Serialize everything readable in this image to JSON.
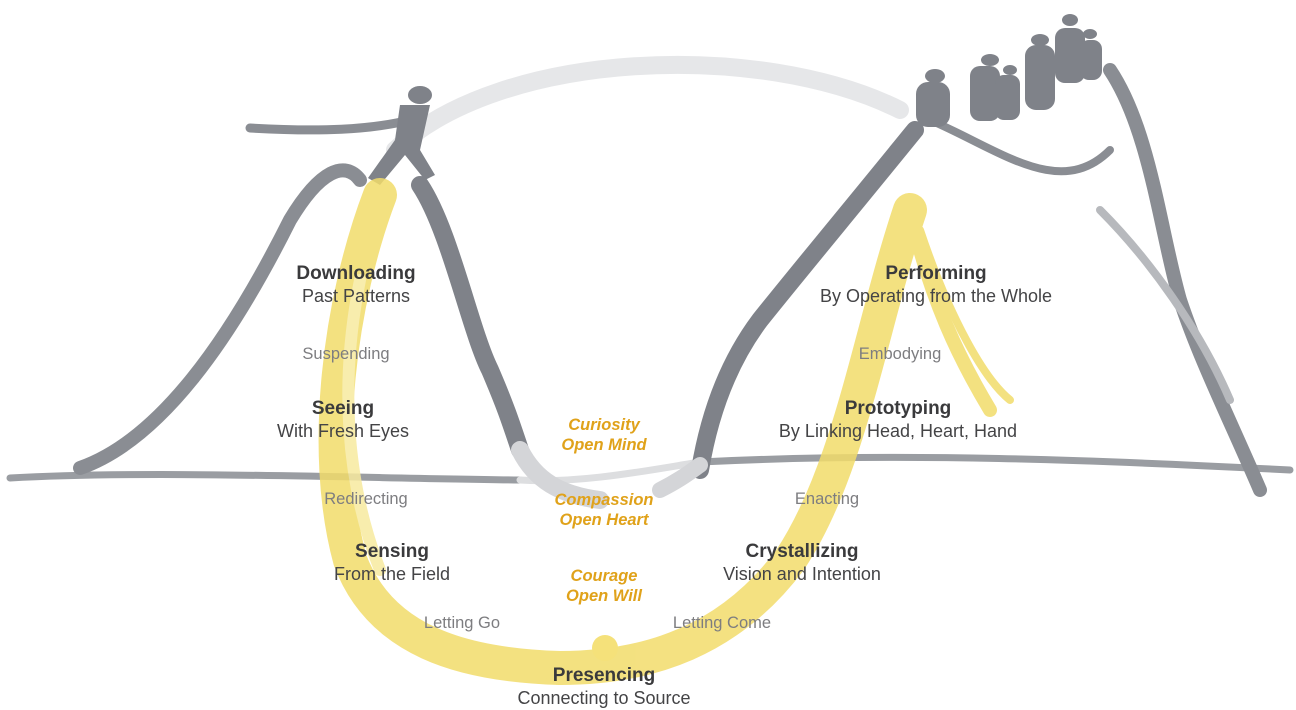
{
  "colors": {
    "mountain": "#8a8d93",
    "mountain_light": "#d8d9dc",
    "path_yellow": "#f2dc6b",
    "gateway_text": "#e0a21a",
    "title_text": "#3a3a3c",
    "transition_text": "#7d7d80"
  },
  "stages": [
    {
      "id": "downloading",
      "title": "Downloading",
      "subtitle": "Past Patterns"
    },
    {
      "id": "seeing",
      "title": "Seeing",
      "subtitle": "With Fresh Eyes"
    },
    {
      "id": "sensing",
      "title": "Sensing",
      "subtitle": "From the Field"
    },
    {
      "id": "presencing",
      "title": "Presencing",
      "subtitle": "Connecting to Source"
    },
    {
      "id": "crystallizing",
      "title": "Crystallizing",
      "subtitle": "Vision and Intention"
    },
    {
      "id": "prototyping",
      "title": "Prototyping",
      "subtitle": "By Linking Head, Heart, Hand"
    },
    {
      "id": "performing",
      "title": "Performing",
      "subtitle": "By Operating from the Whole"
    }
  ],
  "transitions": {
    "suspending": "Suspending",
    "redirecting": "Redirecting",
    "letting_go": "Letting Go",
    "letting_come": "Letting Come",
    "enacting": "Enacting",
    "embodying": "Embodying"
  },
  "gateways": [
    {
      "line1": "Curiosity",
      "line2": "Open Mind"
    },
    {
      "line1": "Compassion",
      "line2": "Open Heart"
    },
    {
      "line1": "Courage",
      "line2": "Open Will"
    }
  ]
}
